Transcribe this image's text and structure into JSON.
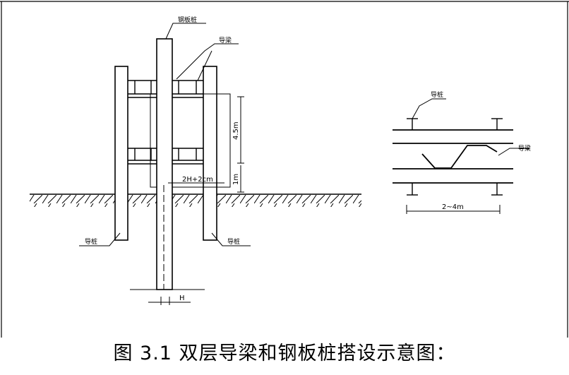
{
  "labels": {
    "steel_sheet_pile": "钢板桩",
    "guide_beam_top": "导梁",
    "guide_pile_left": "导桩",
    "guide_pile_right": "导桩",
    "dim_height": "4.5m",
    "dim_offset": "2H+2cm",
    "dim_1m": "1m",
    "dim_H": "H",
    "plan_guide_pile": "导桩",
    "plan_guide_beam": "导梁",
    "plan_spacing": "2~4m"
  },
  "caption": "图 3.1 双层导梁和钢板桩搭设示意图："
}
